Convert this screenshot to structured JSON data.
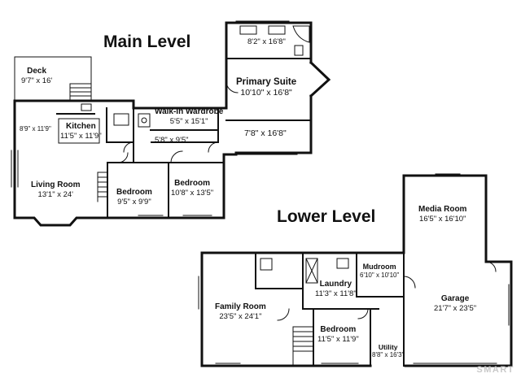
{
  "levels": {
    "main": {
      "title": "Main Level"
    },
    "lower": {
      "title": "Lower Level"
    }
  },
  "rooms": {
    "deck": {
      "name": "Deck",
      "dims": "9'7\" x 16'"
    },
    "kitchen": {
      "name": "Kitchen",
      "dims": "11'5\" x 11'9\""
    },
    "dining": {
      "dims": "8'9\" x 11'9\""
    },
    "living_room": {
      "name": "Living Room",
      "dims": "13'1\" x 24'"
    },
    "bedroom_1": {
      "name": "Bedroom",
      "dims": "9'5\" x 9'9\""
    },
    "bedroom_2": {
      "name": "Bedroom",
      "dims": "10'8\" x 13'5\""
    },
    "walk_in_wardrobe": {
      "name": "Walk-In Wardrobe",
      "dims": "5'5\" x 15'1\""
    },
    "hall_small": {
      "dims": "5'8\" x 9'5\""
    },
    "bath_top": {
      "dims": "8'2\" x 16'8\""
    },
    "primary_suite": {
      "name": "Primary Suite",
      "dims": "10'10\" x 16'8\""
    },
    "lower_right_room": {
      "dims": "7'8\" x 16'8\""
    },
    "media_room": {
      "name": "Media Room",
      "dims": "16'5\" x 16'10\""
    },
    "mudroom": {
      "name": "Mudroom",
      "dims": "6'10\" x 10'10\""
    },
    "laundry": {
      "name": "Laundry",
      "dims": "11'3\" x 11'8\""
    },
    "family_room": {
      "name": "Family Room",
      "dims": "23'5\" x 24'1\""
    },
    "bedroom_lower": {
      "name": "Bedroom",
      "dims": "11'5\" x 11'9\""
    },
    "utility": {
      "name": "Utility",
      "dims": "8'8\" x 16'3\""
    },
    "garage": {
      "name": "Garage",
      "dims": "21'7\" x 23'5\""
    }
  },
  "watermark": "SMART"
}
